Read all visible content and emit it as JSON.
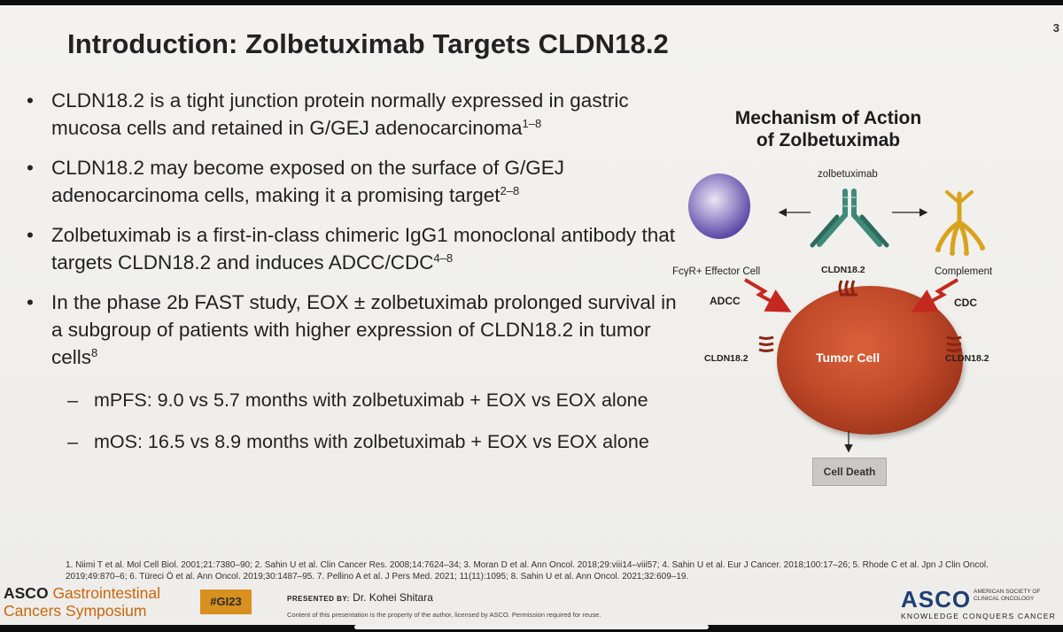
{
  "page_number": "3",
  "title": "Introduction: Zolbetuximab Targets CLDN18.2",
  "bullets": [
    {
      "text": "CLDN18.2 is a tight junction protein normally expressed in gastric mucosa cells and retained in G/GEJ adenocarcinoma",
      "sup": "1–8"
    },
    {
      "text": "CLDN18.2 may become exposed on the surface of G/GEJ adenocarcinoma cells, making it a promising target",
      "sup": "2–8"
    },
    {
      "text": "Zolbetuximab is a first-in-class chimeric IgG1 monoclonal antibody that targets CLDN18.2 and induces ADCC/CDC",
      "sup": "4–8"
    },
    {
      "text": "In the phase 2b FAST study, EOX ± zolbetuximab prolonged survival in a subgroup of patients with higher expression of CLDN18.2 in tumor cells",
      "sup": "8"
    }
  ],
  "sub_bullets": [
    "mPFS: 9.0 vs 5.7 months with zolbetuximab + EOX vs EOX alone",
    "mOS: 16.5 vs 8.9 months with zolbetuximab + EOX vs EOX alone"
  ],
  "diagram": {
    "title_line1": "Mechanism of Action",
    "title_line2": "of Zolbetuximab",
    "antibody_label": "zolbetuximab",
    "effector_label": "FcγR+ Effector Cell",
    "complement_label": "Complement",
    "cldn_top": "CLDN18.2",
    "cldn_left": "CLDN18.2",
    "cldn_right": "CLDN18.2",
    "adcc": "ADCC",
    "cdc": "CDC",
    "tumor_label": "Tumor Cell",
    "cell_death": "Cell Death"
  },
  "references": "1. Niimi T et al. Mol Cell Biol. 2001;21:7380–90; 2. Sahin U et al. Clin Cancer Res. 2008;14:7624–34; 3. Moran D et al. Ann Oncol. 2018;29:viii14–viii57; 4. Sahin U et al. Eur J Cancer. 2018;100:17–26; 5. Rhode C et al. Jpn J Clin Oncol. 2019;49:870–6; 6. Türeci Ö et al. Ann Oncol. 2019;30:1487–95. 7. Pellino A et al. J Pers Med. 2021; 11(11):1095; 8. Sahin U et al. Ann Oncol. 2021;32:609–19.",
  "footer": {
    "asco": "ASCO",
    "gastro": "Gastrointestinal",
    "symposium": "Cancers Symposium",
    "hashtag": "#GI23",
    "presented_by_label": "PRESENTED BY:",
    "presenter": "Dr. Kohei Shitara",
    "content_note": "Content of this presentation is the property of the author, licensed by ASCO. Permission required for reuse.",
    "asco_right": "ASCO",
    "society": "AMERICAN SOCIETY OF CLINICAL ONCOLOGY",
    "tagline": "KNOWLEDGE CONQUERS CANCER"
  },
  "colors": {
    "effector_cell": "#5d4ea8",
    "complement": "#d9a21b",
    "antibody": "#3f8a7a",
    "tumor_cell": "#c14a2a",
    "arrow_red": "#c4281e",
    "hashtag_bg": "#d8901f",
    "asco_blue": "#1f3f74"
  }
}
